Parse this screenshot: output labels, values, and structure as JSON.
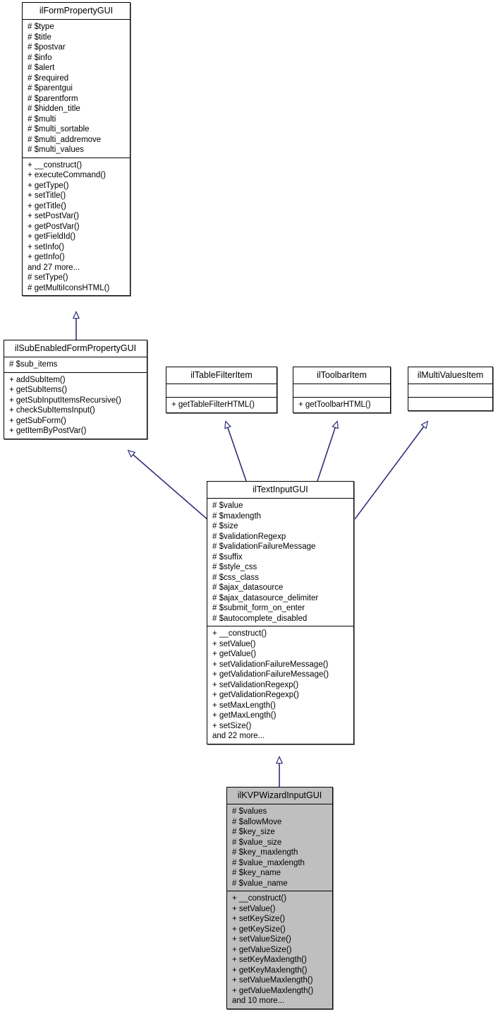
{
  "diagram": {
    "type": "uml-class-inheritance",
    "colors": {
      "edge": "#2f2f7a",
      "node_border": "#000000",
      "node_fill": "#ffffff",
      "highlight_fill": "#bfbfbf",
      "shadow": "#808080"
    },
    "nodes": [
      {
        "id": "ilFormPropertyGUI",
        "title": "ilFormPropertyGUI",
        "highlighted": false,
        "attributes": [
          "# $type",
          "# $title",
          "# $postvar",
          "# $info",
          "# $alert",
          "# $required",
          "# $parentgui",
          "# $parentform",
          "# $hidden_title",
          "# $multi",
          "# $multi_sortable",
          "# $multi_addremove",
          "# $multi_values"
        ],
        "methods": [
          "+ __construct()",
          "+ executeCommand()",
          "+ getType()",
          "+ setTitle()",
          "+ getTitle()",
          "+ setPostVar()",
          "+ getPostVar()",
          "+ getFieldId()",
          "+ setInfo()",
          "+ getInfo()",
          "and 27 more...",
          "# setType()",
          "# getMultiIconsHTML()"
        ]
      },
      {
        "id": "ilSubEnabledFormPropertyGUI",
        "title": "ilSubEnabledFormPropertyGUI",
        "highlighted": false,
        "attributes": [
          "# $sub_items"
        ],
        "methods": [
          "+ addSubItem()",
          "+ getSubItems()",
          "+ getSubInputItemsRecursive()",
          "+ checkSubItemsInput()",
          "+ getSubForm()",
          "+ getItemByPostVar()"
        ]
      },
      {
        "id": "ilTableFilterItem",
        "title": "ilTableFilterItem",
        "highlighted": false,
        "attributes": [],
        "methods": [
          "+ getTableFilterHTML()"
        ]
      },
      {
        "id": "ilToolbarItem",
        "title": "ilToolbarItem",
        "highlighted": false,
        "attributes": [],
        "methods": [
          "+ getToolbarHTML()"
        ]
      },
      {
        "id": "ilMultiValuesItem",
        "title": "ilMultiValuesItem",
        "highlighted": false,
        "attributes": [],
        "methods": []
      },
      {
        "id": "ilTextInputGUI",
        "title": "ilTextInputGUI",
        "highlighted": false,
        "attributes": [
          "# $value",
          "# $maxlength",
          "# $size",
          "# $validationRegexp",
          "# $validationFailureMessage",
          "# $suffix",
          "# $style_css",
          "# $css_class",
          "# $ajax_datasource",
          "# $ajax_datasource_delimiter",
          "# $submit_form_on_enter",
          "# $autocomplete_disabled"
        ],
        "methods": [
          "+ __construct()",
          "+ setValue()",
          "+ getValue()",
          "+ setValidationFailureMessage()",
          "+ getValidationFailureMessage()",
          "+ setValidationRegexp()",
          "+ getValidationRegexp()",
          "+ setMaxLength()",
          "+ getMaxLength()",
          "+ setSize()",
          "and 22 more..."
        ]
      },
      {
        "id": "ilKVPWizardInputGUI",
        "title": "ilKVPWizardInputGUI",
        "highlighted": true,
        "attributes": [
          "# $values",
          "# $allowMove",
          "# $key_size",
          "# $value_size",
          "# $key_maxlength",
          "# $value_maxlength",
          "# $key_name",
          "# $value_name"
        ],
        "methods": [
          "+ __construct()",
          "+ setValue()",
          "+ setKeySize()",
          "+ getKeySize()",
          "+ setValueSize()",
          "+ getValueSize()",
          "+ setKeyMaxlength()",
          "+ getKeyMaxlength()",
          "+ setValueMaxlength()",
          "+ getValueMaxlength()",
          "and 10 more..."
        ]
      }
    ],
    "edges": [
      {
        "from": "ilSubEnabledFormPropertyGUI",
        "to": "ilFormPropertyGUI",
        "kind": "generalization"
      },
      {
        "from": "ilTextInputGUI",
        "to": "ilSubEnabledFormPropertyGUI",
        "kind": "generalization"
      },
      {
        "from": "ilTextInputGUI",
        "to": "ilTableFilterItem",
        "kind": "generalization"
      },
      {
        "from": "ilTextInputGUI",
        "to": "ilToolbarItem",
        "kind": "generalization"
      },
      {
        "from": "ilTextInputGUI",
        "to": "ilMultiValuesItem",
        "kind": "generalization"
      },
      {
        "from": "ilKVPWizardInputGUI",
        "to": "ilTextInputGUI",
        "kind": "generalization"
      }
    ]
  }
}
